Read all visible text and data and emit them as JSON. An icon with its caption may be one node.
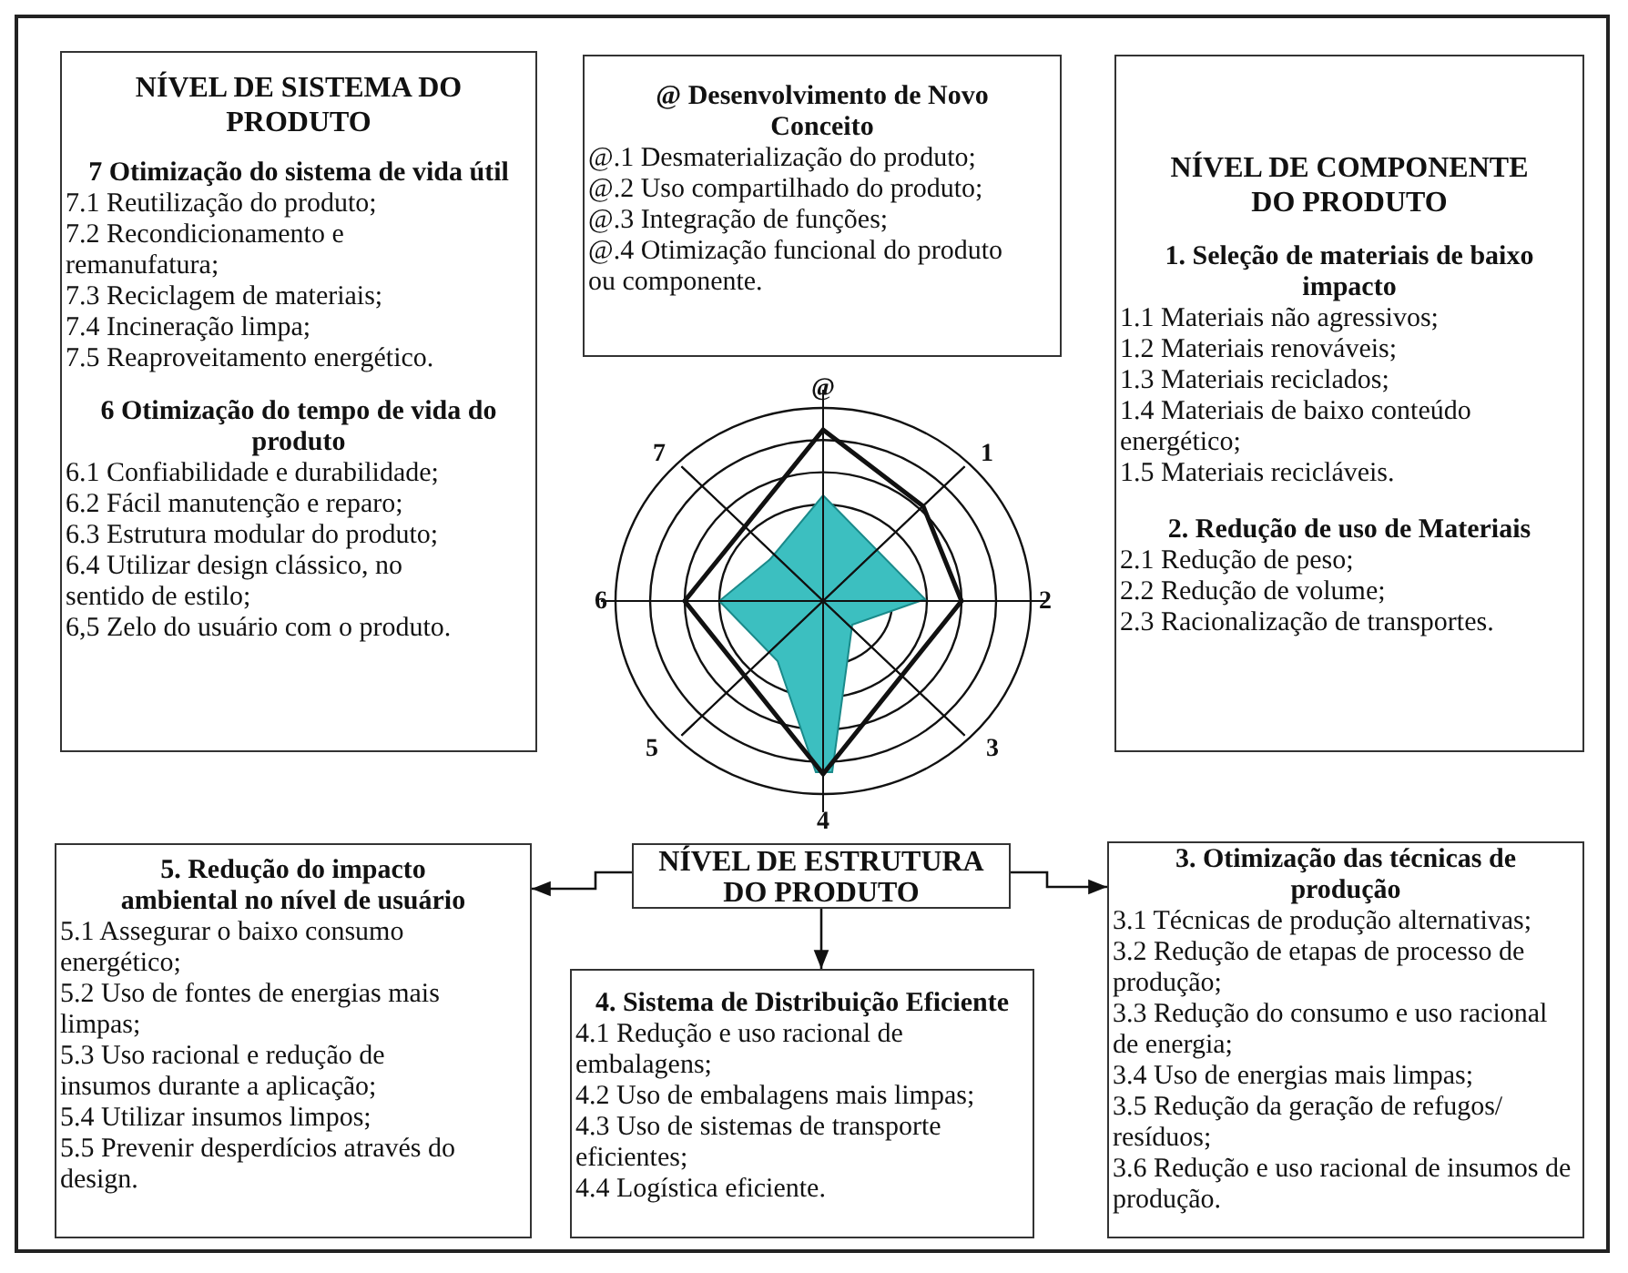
{
  "diagram": {
    "nodes": [
      {
        "text": [
          "NÍVEL DE SISTEMA DO PRODUTO",
          "7 Otimização do sistema de vida útil",
          "7.1 Reutilização do produto;",
          "7.2 Recondicionamento e remanufatura;",
          "7.3 Reciclagem de materiais;",
          "7.4 Incineração limpa;",
          "7.5 Reaproveitamento energético.",
          "6 Otimização do tempo de vida do produto",
          "6.1 Confiabilidade e durabilidade;",
          "6.2 Fácil manutenção e reparo;",
          "6.3 Estrutura modular do produto;",
          "6.4 Utilizar design clássico, no sentido de estilo;",
          "6,5 Zelo do usuário com o produto."
        ]
      },
      {
        "text": [
          "@ Desenvolvimento de Novo Conceito",
          "@.1 Desmaterialização do produto;",
          "@.2 Uso compartilhado do produto;",
          "@.3 Integração de funções;",
          "@.4 Otimização funcional do produto ou componente."
        ]
      },
      {
        "text": [
          "NÍVEL DE COMPONENTE DO PRODUTO",
          "1. Seleção de materiais de baixo impacto",
          "1.1 Materiais não agressivos;",
          "1.2 Materiais renováveis;",
          "1.3 Materiais reciclados;",
          "1.4 Materiais de baixo conteúdo energético;",
          "1.5 Materiais recicláveis.",
          "2. Redução de uso de Materiais",
          "2.1 Redução de peso;",
          "2.2 Redução de volume;",
          "2.3 Racionalização de transportes."
        ]
      },
      {
        "text": [
          "NÍVEL DE ESTRUTURA DO PRODUTO"
        ]
      },
      {
        "text": [
          "5. Redução do impacto ambiental no nível de usuário",
          "5.1 Assegurar o baixo consumo energético;",
          "5.2 Uso de fontes de energias mais limpas;",
          "5.3 Uso racional e redução de insumos durante a aplicação;",
          "5.4 Utilizar insumos limpos;",
          "5.5 Prevenir desperdícios através do design."
        ]
      },
      {
        "text": [
          "4. Sistema de Distribuição Eficiente",
          "4.1 Redução e uso racional de embalagens;",
          "4.2 Uso de embalagens mais limpas;",
          "4.3 Uso de sistemas de transporte eficientes;",
          "4.4 Logística eficiente."
        ]
      },
      {
        "text": [
          "3. Otimização das técnicas de produção",
          "3.1 Técnicas de produção alternativas;",
          "3.2 Redução de etapas de processo de produção;",
          "3.3 Redução do consumo e uso racional de energia;",
          "3.4 Uso de energias mais limpas;",
          "3.5 Redução da geração de refugos/ resíduos;",
          "3.6 Redução e uso racional de insumos de produção."
        ]
      }
    ],
    "edges": [
      {
        "from": 3,
        "to": 4,
        "arrow": "to"
      },
      {
        "from": 3,
        "to": 5,
        "arrow": "to"
      },
      {
        "from": 3,
        "to": 6,
        "arrow": "to"
      }
    ],
    "labels": [
      "@",
      "7",
      "1",
      "6",
      "2",
      "5",
      "3",
      "4"
    ]
  }
}
